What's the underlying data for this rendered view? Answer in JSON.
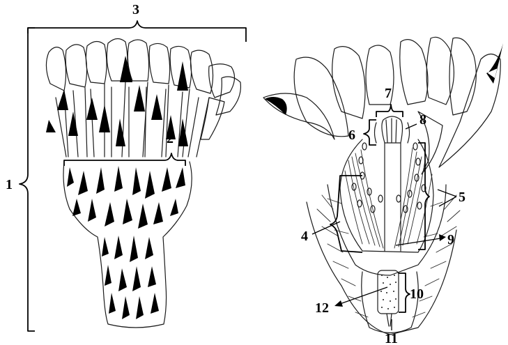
{
  "figure": {
    "left_panel": {
      "labels": [
        "1",
        "2",
        "3"
      ]
    },
    "right_panel": {
      "labels": [
        "4",
        "5",
        "6",
        "7",
        "8",
        "9",
        "10",
        "11",
        "12"
      ]
    }
  },
  "colors": {
    "ink": "#1a1a1a",
    "background": "#ffffff"
  }
}
